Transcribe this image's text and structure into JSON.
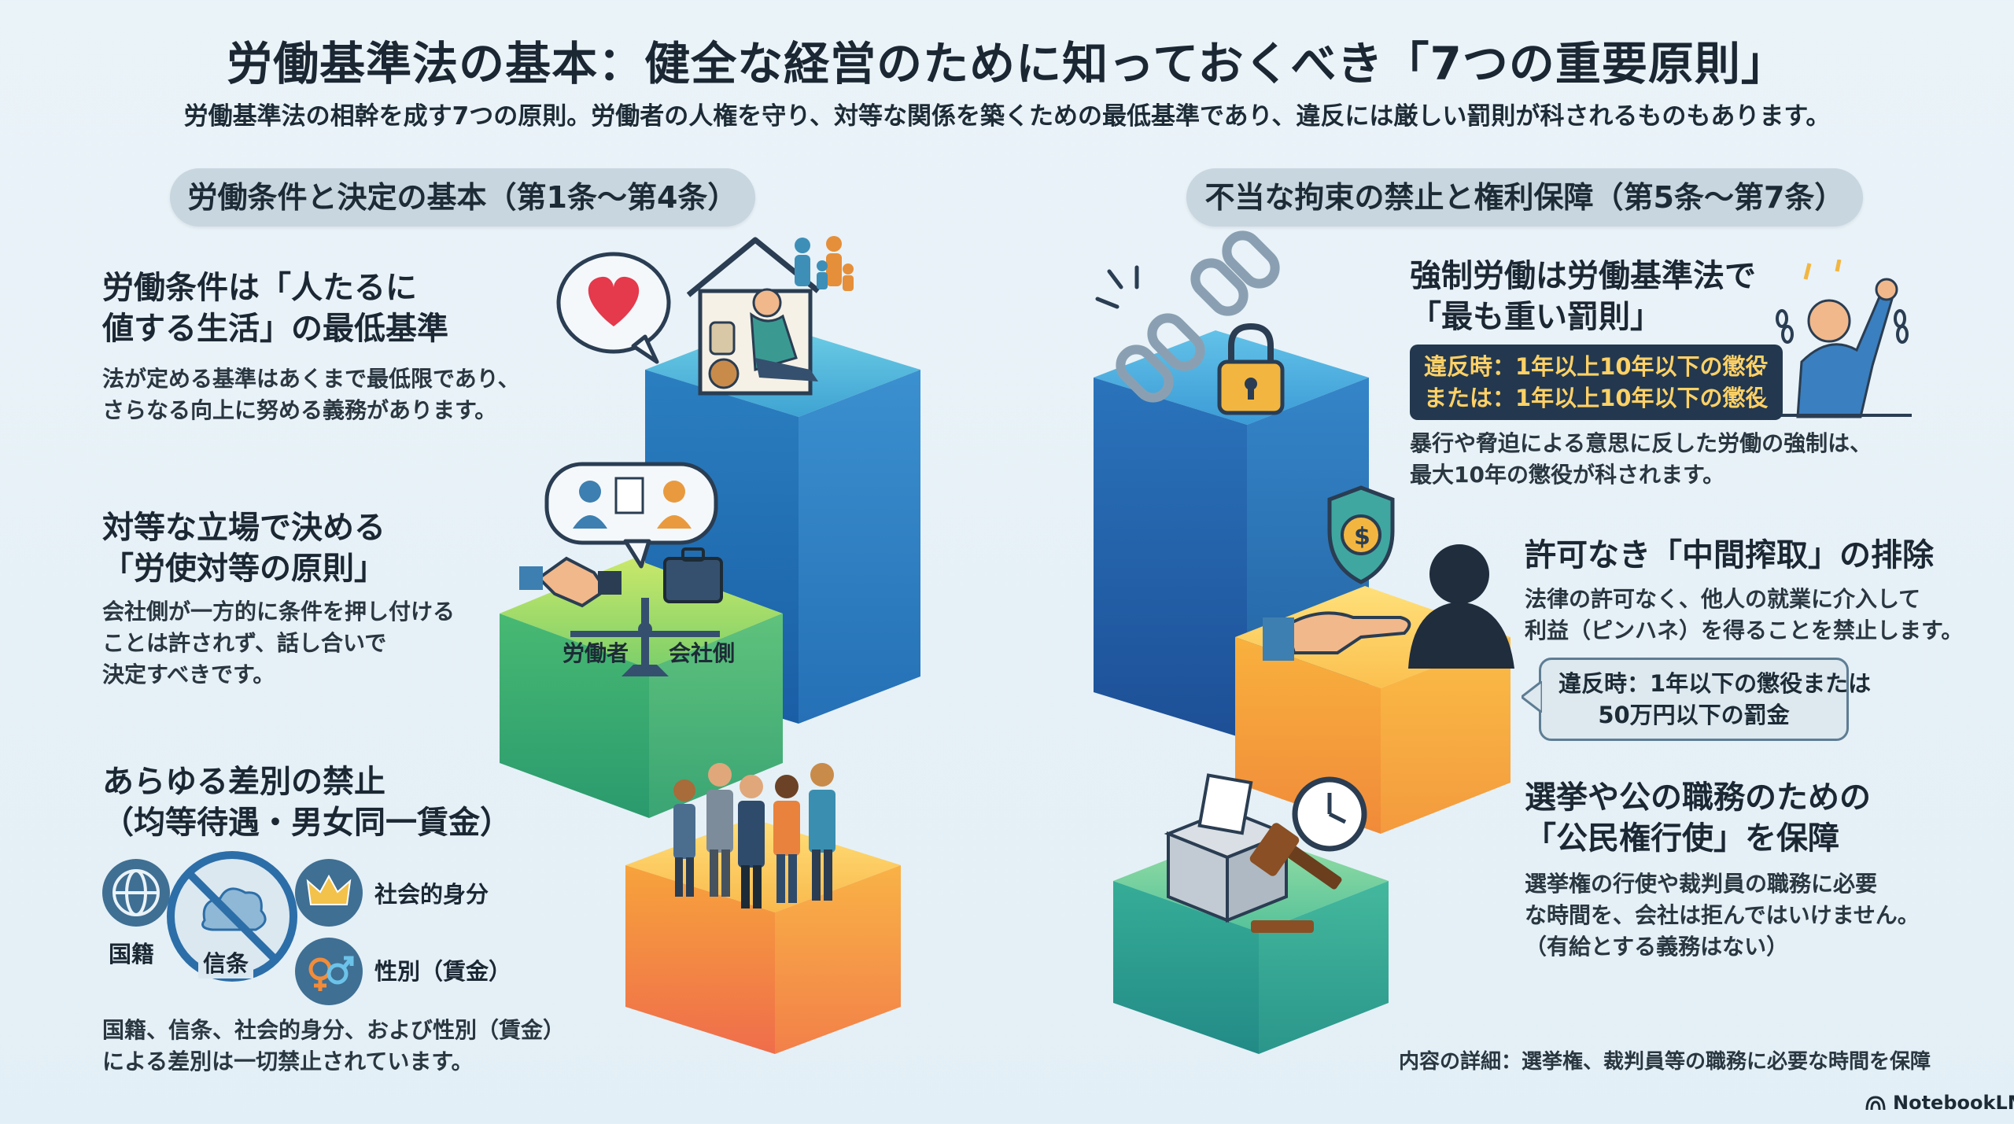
{
  "title": "労働基準法の基本：健全な経営のために知っておくべき「7つの重要原則」",
  "subtitle": "労働基準法の相幹を成す7つの原則。労働者の人権を守り、対等な関係を築くための最低基準であり、違反には厳しい罰則が科されるものもあります。",
  "left": {
    "section_title": "労働条件と決定の基本（第1条〜第4条）",
    "item1": {
      "heading": "労働条件は「人たるに\n値する生活」の最低基準",
      "body": "法が定める基準はあくまで最低限であり、\nさらなる向上に努める義務があります。"
    },
    "item2": {
      "heading": "対等な立場で決める\n「労使対等の原則」",
      "body": "会社側が一方的に条件を押し付ける\nことは許されず、話し合いで\n決定すべきです。",
      "scale_left": "労働者",
      "scale_right": "会社側"
    },
    "item3": {
      "heading": "あらゆる差別の禁止\n（均等待遇・男女同一賃金）",
      "icon_labels": [
        "国籍",
        "信条",
        "社会的身分",
        "性別（賃金）"
      ],
      "body": "国籍、信条、社会的身分、および性別（賃金）\nによる差別は一切禁止されています。"
    }
  },
  "right": {
    "section_title": "不当な拘束の禁止と権利保障（第5条〜第7条）",
    "item5": {
      "heading": "強制労働は労働基準法で\n「最も重い罰則」",
      "penalty": "違反時：1年以上10年以下の懲役\nまたは：1年以上10年以下の懲役",
      "body": "暴行や脅迫による意思に反した労働の強制は、\n最大10年の懲役が科されます。"
    },
    "item6": {
      "heading": "許可なき「中間搾取」の排除",
      "body": "法律の許可なく、他人の就業に介入して\n利益（ピンハネ）を得ることを禁止します。",
      "penalty": "違反時：1年以下の懲役または\n50万円以下の罰金"
    },
    "item7": {
      "heading": "選挙や公の職務のための\n「公民権行使」を保障",
      "body": "選挙権の行使や裁判員の職務に必要\nな時間を、会社は拒んではいけません。\n（有給とする義務はない）",
      "detail": "内容の詳細：選挙権、裁判員等の職務に必要な時間を保障"
    }
  },
  "branding": "NotebookLM",
  "icons": [
    "heart-icon",
    "house-icon",
    "family-icon",
    "speech-bubble-icon",
    "handshake-icon",
    "briefcase-icon",
    "scale-icon",
    "group-people-icon",
    "globe-icon",
    "crossed-cloud-icon",
    "crown-icon",
    "gender-icon",
    "broken-chain-icon",
    "padlock-icon",
    "raised-fist-icon",
    "shield-coin-icon",
    "hand-icon",
    "silhouette-icon",
    "ballot-box-icon",
    "gavel-icon",
    "clock-icon",
    "notebooklm-logo-icon"
  ],
  "colors": {
    "blue_block": "#2f7fc4",
    "green_block": "#45b574",
    "orange_block": "#f29a3a",
    "teal_block": "#3bb0a0",
    "navy_box": "#23384e",
    "gold_text": "#ffd166"
  }
}
